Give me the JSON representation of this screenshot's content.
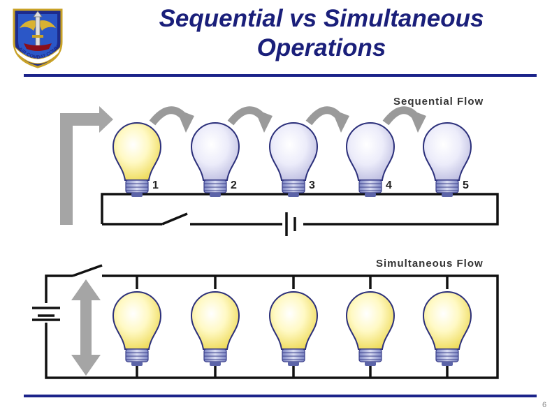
{
  "title": {
    "line1": "Sequential vs Simultaneous",
    "line2": "Operations"
  },
  "emblem": {
    "text": "AIR COMBAT COMMAND",
    "icon": "air-combat-command-emblem-icon"
  },
  "sequential": {
    "label": "Sequential Flow",
    "bulbs": [
      {
        "number": "1",
        "lit": true
      },
      {
        "number": "2",
        "lit": false
      },
      {
        "number": "3",
        "lit": false
      },
      {
        "number": "4",
        "lit": false
      },
      {
        "number": "5",
        "lit": false
      }
    ]
  },
  "simultaneous": {
    "label": "Simultaneous Flow",
    "bulbs": [
      {
        "lit": true
      },
      {
        "lit": true
      },
      {
        "lit": true
      },
      {
        "lit": true
      },
      {
        "lit": true
      }
    ]
  },
  "page_number": "6",
  "colors": {
    "title": "#1a1f7a",
    "rule": "#1b238a",
    "lit_bulb": "#fff7a8",
    "unlit_bulb": "#e6e6f7",
    "arrow": "#9a9a9a",
    "wire": "#111111"
  }
}
